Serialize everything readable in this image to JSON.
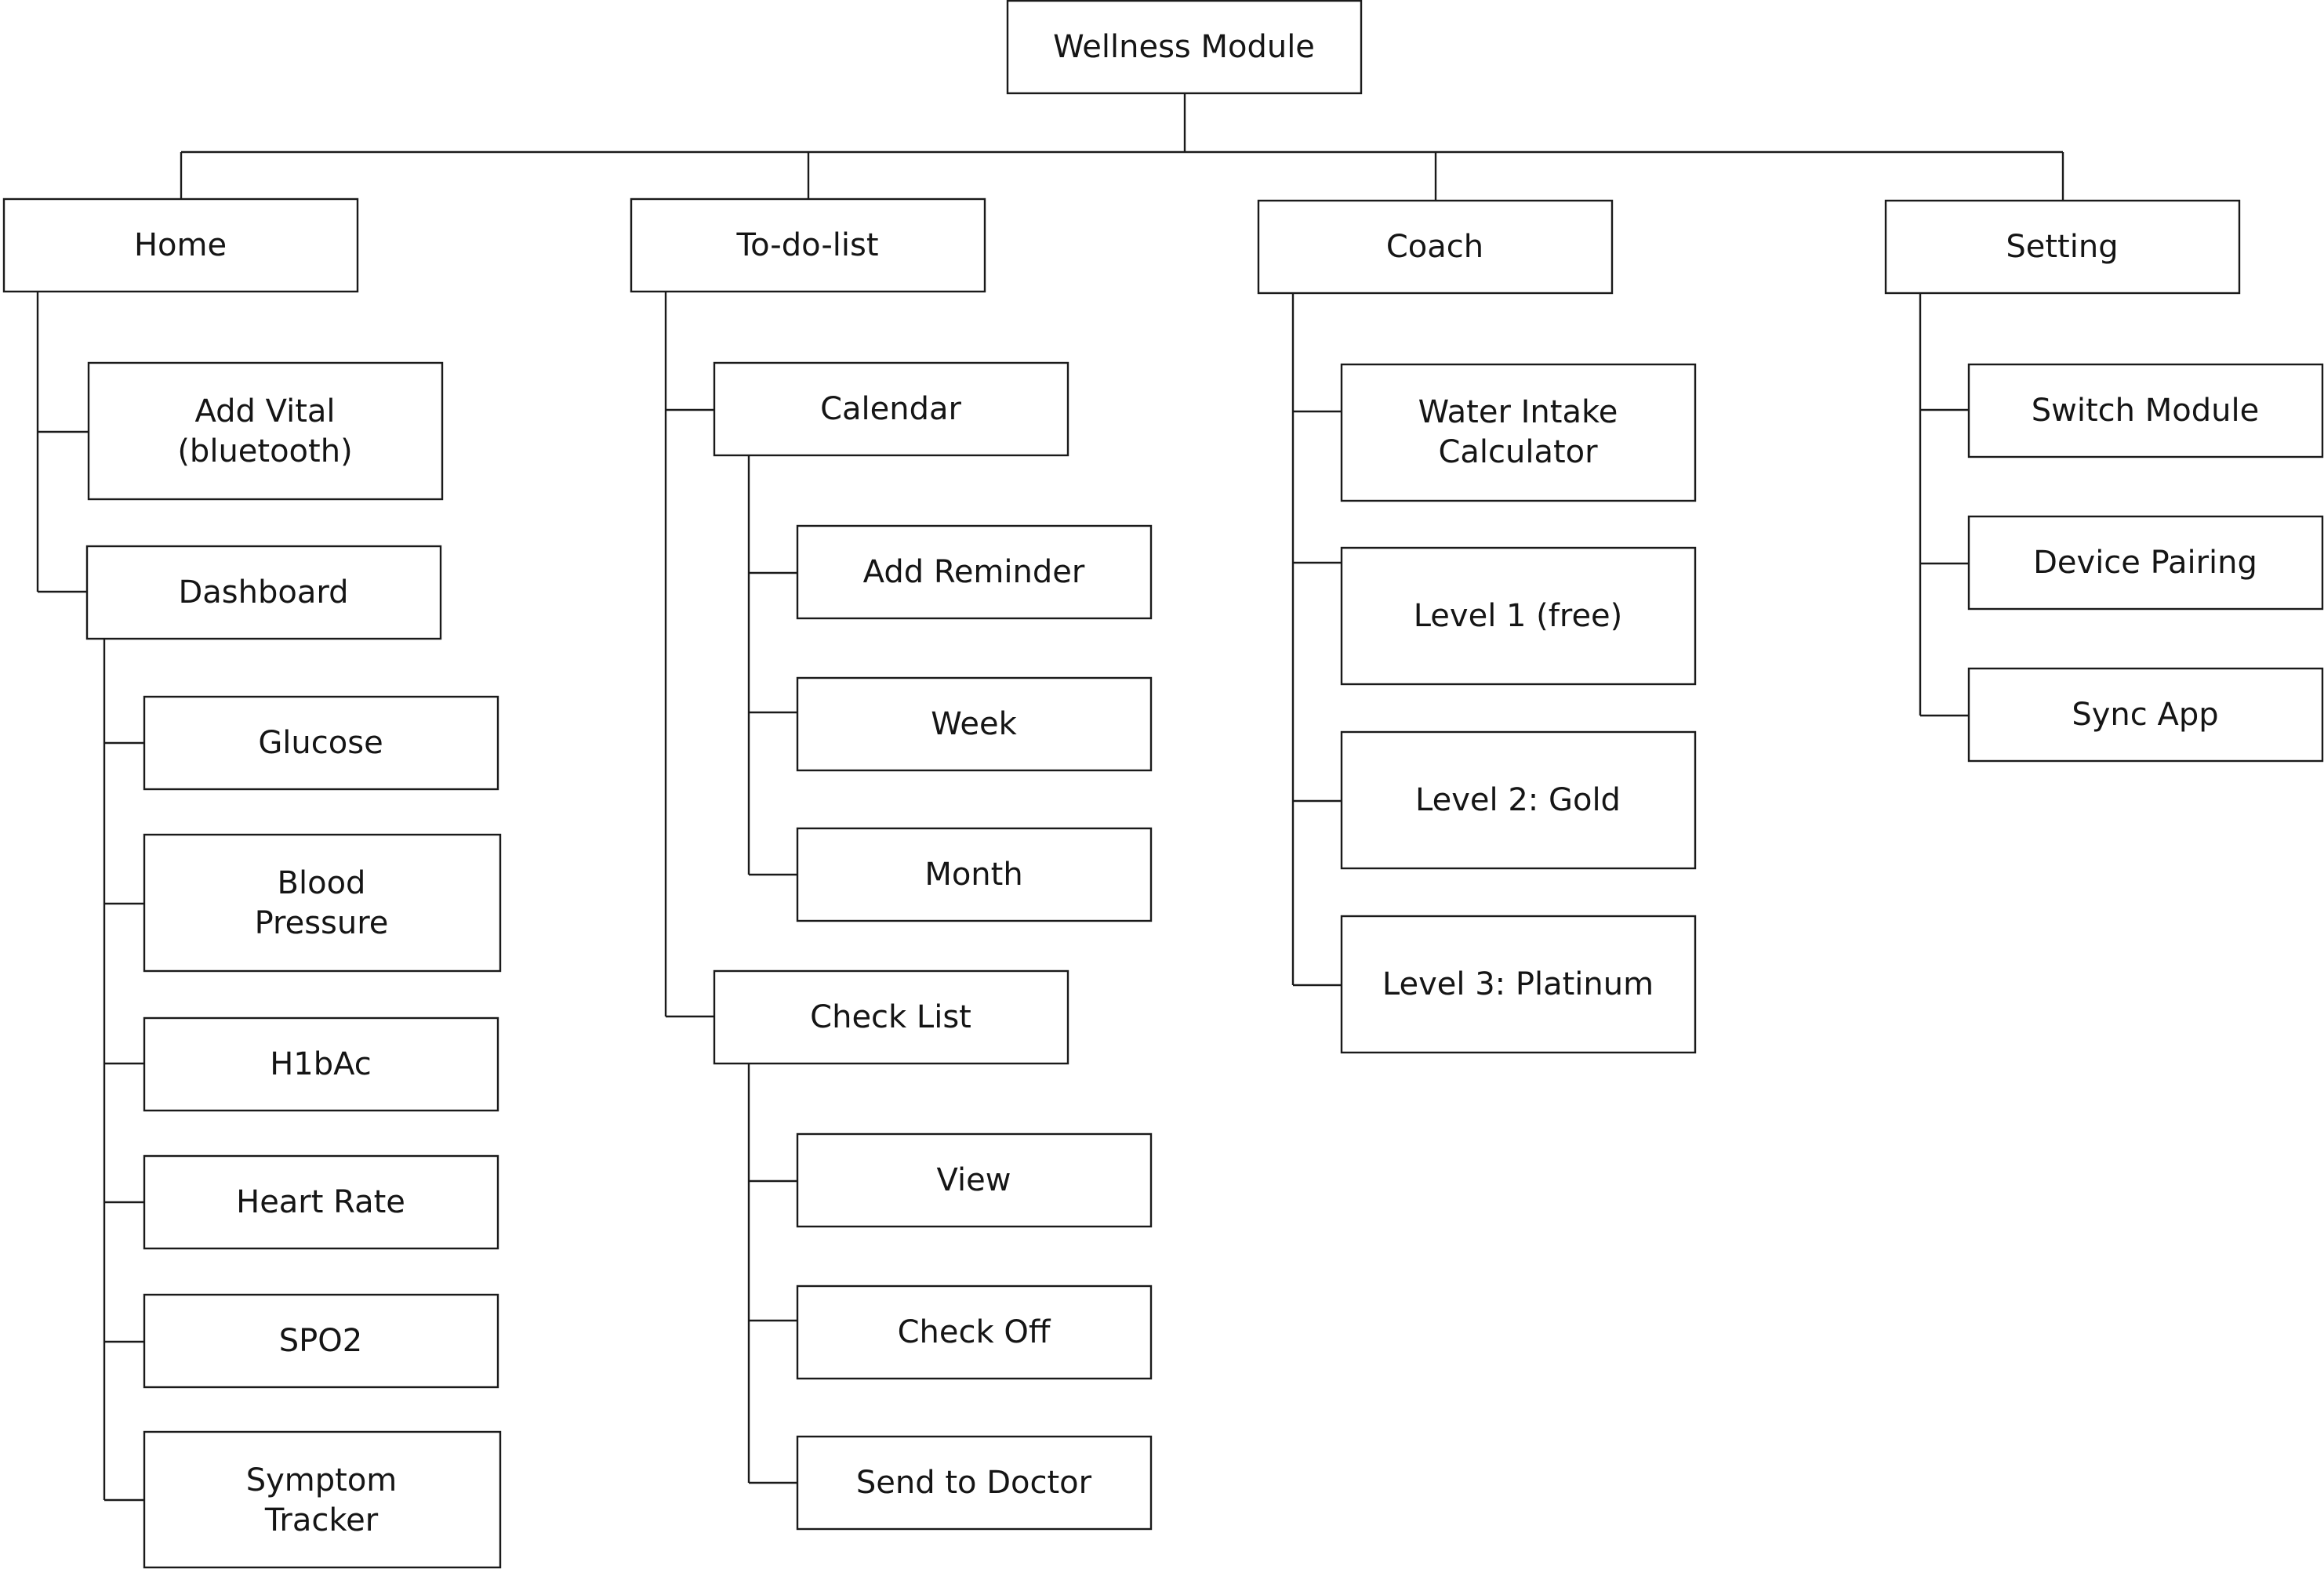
{
  "root": {
    "label": "Wellness Module"
  },
  "home": {
    "label": "Home",
    "add_vital": [
      "Add Vital",
      "(bluetooth)"
    ],
    "dashboard": {
      "label": "Dashboard",
      "glucose": "Glucose",
      "blood_pressure": [
        "Blood",
        "Pressure"
      ],
      "h1bac": "H1bAc",
      "heart_rate": "Heart Rate",
      "spo2": "SPO2",
      "symptom_tracker": [
        "Symptom",
        "Tracker"
      ]
    }
  },
  "todo": {
    "label": "To-do-list",
    "calendar": {
      "label": "Calendar",
      "add_reminder": "Add Reminder",
      "week": "Week",
      "month": "Month"
    },
    "checklist": {
      "label": "Check List",
      "view": "View",
      "check_off": "Check Off",
      "send_to_doctor": "Send to Doctor"
    }
  },
  "coach": {
    "label": "Coach",
    "water_intake": [
      "Water Intake",
      "Calculator"
    ],
    "level1": "Level 1 (free)",
    "level2": "Level 2: Gold",
    "level3": "Level 3: Platinum"
  },
  "setting": {
    "label": "Setting",
    "switch_module": "Switch Module",
    "device_pairing": "Device Pairing",
    "sync_app": "Sync App"
  }
}
